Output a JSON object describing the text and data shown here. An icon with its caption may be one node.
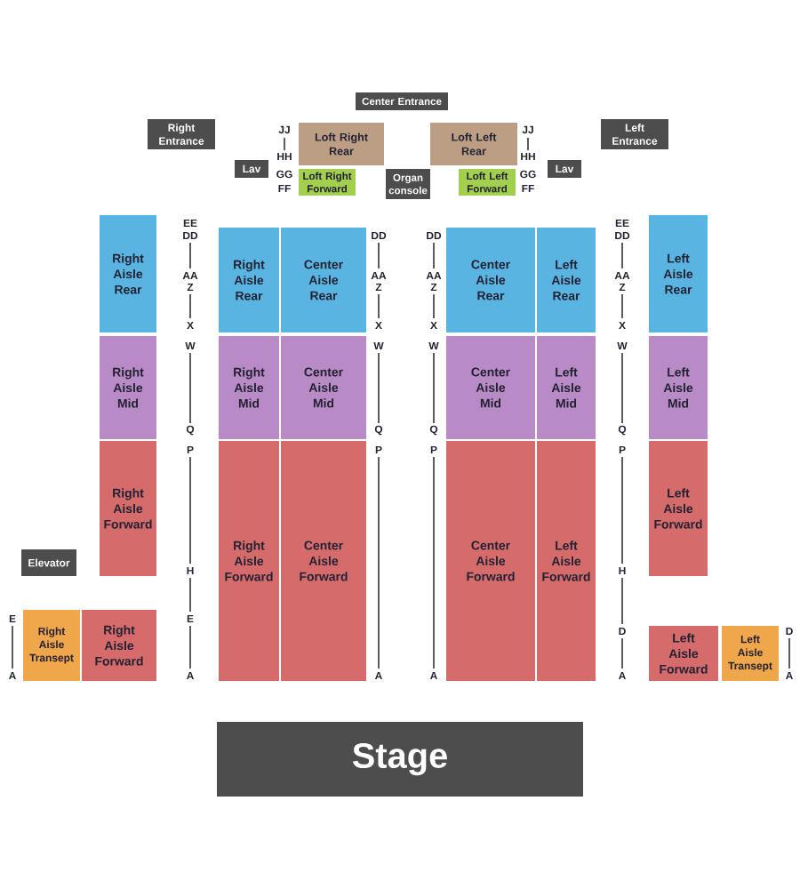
{
  "diagram": {
    "nodes": [
      {
        "text": [
          "Center Entrance"
        ]
      },
      {
        "text": [
          "Right Entrance"
        ]
      },
      {
        "text": [
          "Loft Right Rear"
        ]
      },
      {
        "text": [
          "Loft Left Rear"
        ]
      },
      {
        "text": [
          "Left Entrance"
        ]
      },
      {
        "text": [
          "Lav"
        ]
      },
      {
        "text": [
          "Loft Right Forward"
        ]
      },
      {
        "text": [
          "Organ console"
        ]
      },
      {
        "text": [
          "Loft Left Forward"
        ]
      },
      {
        "text": [
          "Lav"
        ]
      },
      {
        "text": [
          "Right Aisle Rear"
        ]
      },
      {
        "text": [
          "Right Aisle Rear"
        ]
      },
      {
        "text": [
          "Center Aisle Rear"
        ]
      },
      {
        "text": [
          "Center Aisle Rear"
        ]
      },
      {
        "text": [
          "Left Aisle Rear"
        ]
      },
      {
        "text": [
          "Left Aisle Rear"
        ]
      },
      {
        "text": [
          "Right Aisle Mid"
        ]
      },
      {
        "text": [
          "Right Aisle Mid"
        ]
      },
      {
        "text": [
          "Center Aisle Mid"
        ]
      },
      {
        "text": [
          "Center Aisle Mid"
        ]
      },
      {
        "text": [
          "Left Aisle Mid"
        ]
      },
      {
        "text": [
          "Left Aisle Mid"
        ]
      },
      {
        "text": [
          "Right Aisle Forward"
        ]
      },
      {
        "text": [
          "Right Aisle Forward"
        ]
      },
      {
        "text": [
          "Center Aisle Forward"
        ]
      },
      {
        "text": [
          "Center Aisle Forward"
        ]
      },
      {
        "text": [
          "Left Aisle Forward"
        ]
      },
      {
        "text": [
          "Left Aisle Forward"
        ]
      },
      {
        "text": [
          "Elevator"
        ]
      },
      {
        "text": [
          "Right Aisle Transept"
        ]
      },
      {
        "text": [
          "Right Aisle Forward"
        ]
      },
      {
        "text": [
          "Left Aisle Forward"
        ]
      },
      {
        "text": [
          "Left Aisle Transept"
        ]
      },
      {
        "text": [
          "Stage"
        ]
      }
    ],
    "labels": [
      "JJ",
      "HH",
      "GG",
      "FF",
      "JJ",
      "HH",
      "GG",
      "FF",
      "EE",
      "DD",
      "AA",
      "Z",
      "X",
      "W",
      "Q",
      "P",
      "H",
      "E",
      "A",
      "DD",
      "AA",
      "Z",
      "X",
      "W",
      "Q",
      "P",
      "A",
      "DD",
      "AA",
      "Z",
      "X",
      "W",
      "Q",
      "P",
      "A",
      "EE",
      "DD",
      "AA",
      "Z",
      "X",
      "W",
      "Q",
      "P",
      "H",
      "D",
      "A",
      "E",
      "A",
      "D",
      "A"
    ]
  }
}
